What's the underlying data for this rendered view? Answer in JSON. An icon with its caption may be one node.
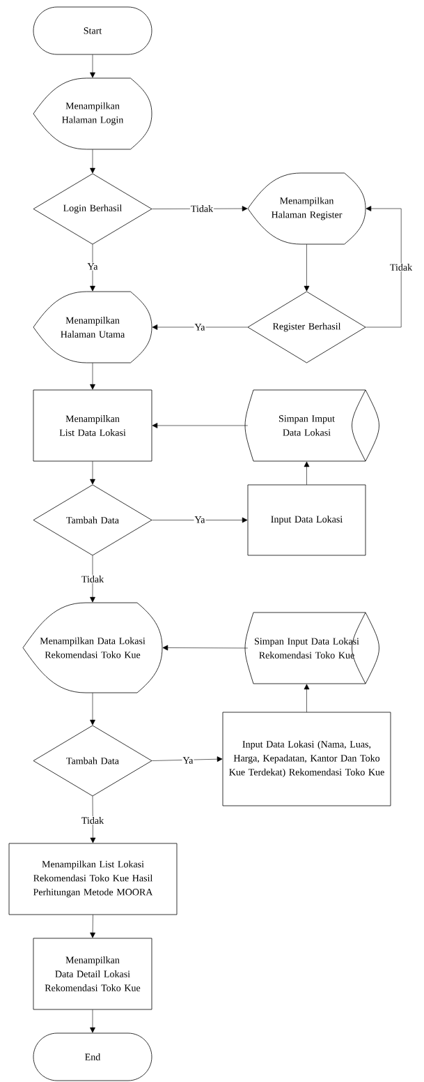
{
  "diagram": {
    "nodes": [
      {
        "text": [
          "Start"
        ]
      },
      {
        "text": [
          "Menampilkan Halaman Login"
        ]
      },
      {
        "text": [
          "Login Berhasil"
        ]
      },
      {
        "text": [
          "Menampilkan Halaman Register"
        ]
      },
      {
        "text": [
          "Register Berhasil"
        ]
      },
      {
        "text": [
          "Menampilkan Halaman Utama"
        ]
      },
      {
        "text": [
          "Menampilkan List Data Lokasi"
        ]
      },
      {
        "text": [
          "Simpan Imput Data Lokasi"
        ]
      },
      {
        "text": [
          "Tambah Data"
        ]
      },
      {
        "text": [
          "Input Data Lokasi"
        ]
      },
      {
        "text": [
          "Menampilkan Data Lokasi Rekomendasi Toko Kue"
        ]
      },
      {
        "text": [
          "Simpan Input Data Lokasi Rekomendasi Toko Kue"
        ]
      },
      {
        "text": [
          "Tambah Data"
        ]
      },
      {
        "text": [
          "Input Data Lokasi (Nama, Luas, Harga, Kepadatan, Kantor Dan Toko Kue Terdekat) Rekomendasi Toko Kue"
        ]
      },
      {
        "text": [
          "Menampilkan List Lokasi Rekomendasi Toko Kue Hasil Perhitungan Metode MOORA"
        ]
      },
      {
        "text": [
          "Menampilkan Data Detail Lokasi Rekomendasi Toko Kue"
        ]
      },
      {
        "text": [
          "End"
        ]
      }
    ],
    "edges": [
      {
        "from": 0,
        "to": 1,
        "arrow": "to"
      },
      {
        "from": 1,
        "to": 2,
        "arrow": "to"
      },
      {
        "from": 2,
        "to": 3,
        "arrow": "to",
        "label": "Tidak"
      },
      {
        "from": 2,
        "to": 5,
        "arrow": "to",
        "label": "Ya"
      },
      {
        "from": 3,
        "to": 4,
        "arrow": "to"
      },
      {
        "from": 4,
        "to": 5,
        "arrow": "to",
        "label": "Ya"
      },
      {
        "from": 4,
        "to": 3,
        "arrow": "to",
        "label": "Tidak"
      },
      {
        "from": 5,
        "to": 6,
        "arrow": "to"
      },
      {
        "from": 7,
        "to": 6,
        "arrow": "to"
      },
      {
        "from": 6,
        "to": 8,
        "arrow": "to"
      },
      {
        "from": 8,
        "to": 9,
        "arrow": "to",
        "label": "Ya"
      },
      {
        "from": 9,
        "to": 7,
        "arrow": "to"
      },
      {
        "from": 8,
        "to": 10,
        "arrow": "to",
        "label": "Tidak"
      },
      {
        "from": 11,
        "to": 10,
        "arrow": "to"
      },
      {
        "from": 10,
        "to": 12,
        "arrow": "to"
      },
      {
        "from": 12,
        "to": 13,
        "arrow": "to",
        "label": "Ya"
      },
      {
        "from": 13,
        "to": 11,
        "arrow": "to"
      },
      {
        "from": 12,
        "to": 14,
        "arrow": "to",
        "label": "Tidak"
      },
      {
        "from": 14,
        "to": 15,
        "arrow": "to"
      },
      {
        "from": 15,
        "to": 16,
        "arrow": "to"
      }
    ]
  }
}
